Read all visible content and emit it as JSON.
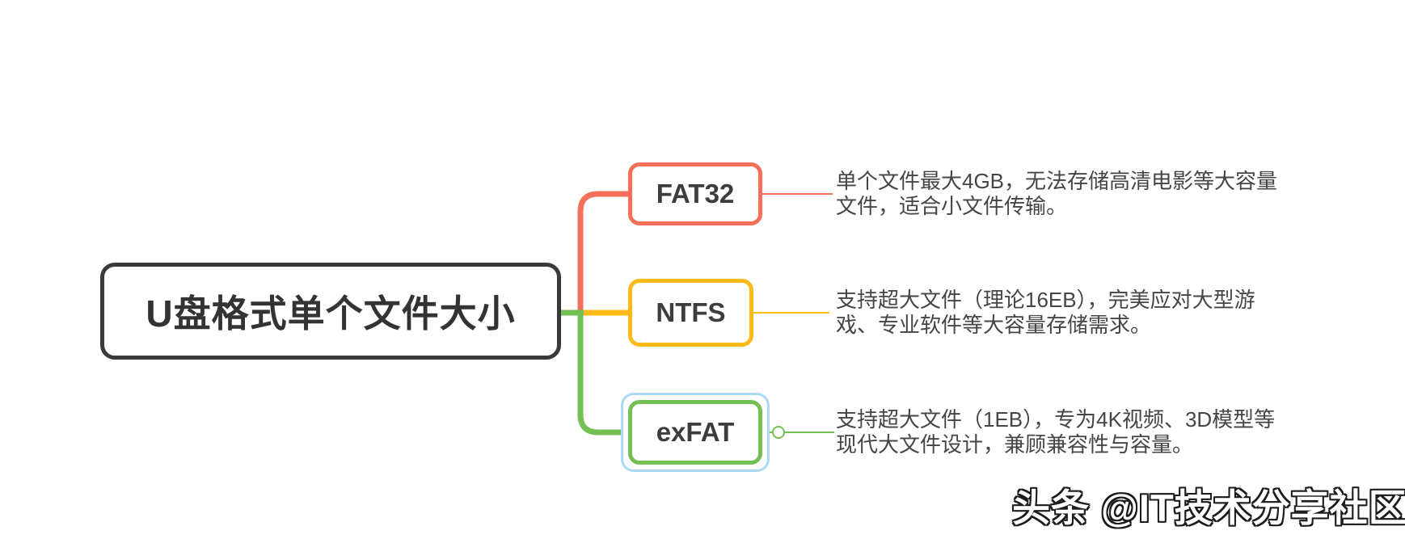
{
  "mindmap": {
    "root": {
      "label": "U盘格式单个文件大小",
      "border_color": "#3a3a3a",
      "text_color": "#333333"
    },
    "branches": [
      {
        "label": "FAT32",
        "color": "#f5705a",
        "desc_line1": "单个文件最大4GB，无法存储高清电影等大容量",
        "desc_line2": "文件，适合小文件传输。"
      },
      {
        "label": "NTFS",
        "color": "#fbba17",
        "desc_line1": "支持超大文件（理论16EB），完美应对大型游",
        "desc_line2": "戏、专业软件等大容量存储需求。"
      },
      {
        "label": "exFAT",
        "color": "#74c055",
        "selected": true,
        "selection_color": "#a9d9f4",
        "desc_line1": "支持超大文件（1EB），专为4K视频、3D模型等",
        "desc_line2": "现代大文件设计，兼顾兼容性与容量。"
      }
    ],
    "desc_text_color": "#454545",
    "background": "#ffffff"
  },
  "watermark": {
    "text": "头条 @IT技术分享社区"
  }
}
